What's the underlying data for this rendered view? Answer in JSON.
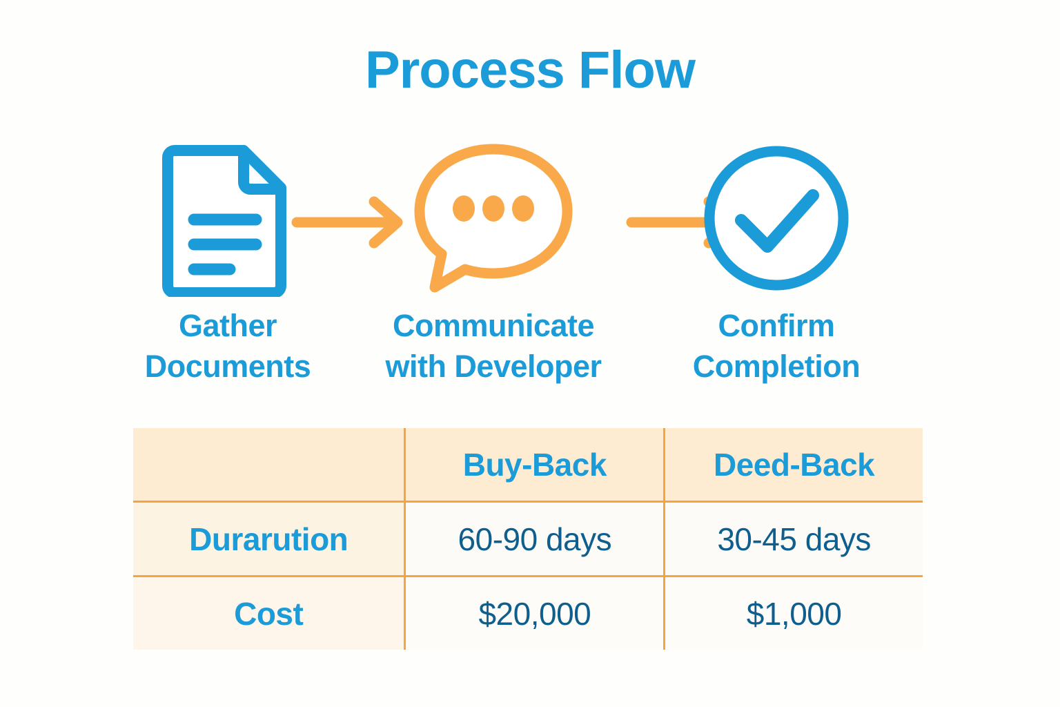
{
  "page": {
    "title": "Process Flow",
    "background_color": "#FEFEFC"
  },
  "colors": {
    "brand_blue": "#1B9BD8",
    "value_navy": "#0E5E8E",
    "accent_orange": "#F5A53B",
    "header_cream": "#FDEBD2",
    "cell_white": "#FDFBF7"
  },
  "flow": {
    "steps": [
      {
        "icon": "document-icon",
        "icon_color": "#1B9BD8",
        "label_line1": "Gather",
        "label_line2": "Documents"
      },
      {
        "icon": "speech-bubble-icon",
        "icon_color": "#F9A94A",
        "label_line1": "Communicate",
        "label_line2": "with Developer"
      },
      {
        "icon": "check-circle-icon",
        "icon_color": "#1B9BD8",
        "label_line1": "Confirm",
        "label_line2": "Completion"
      }
    ],
    "connectors": [
      {
        "icon": "arrow-right-icon",
        "color": "#F9A94A"
      },
      {
        "icon": "arrow-right-icon",
        "color": "#F9A94A"
      }
    ]
  },
  "chart_data": {
    "type": "table",
    "title": "Process Flow",
    "columns": [
      "",
      "Buy-Back",
      "Deed-Back"
    ],
    "rows": [
      {
        "label": "Durarution",
        "values": [
          "60-90 days",
          "30-45 days"
        ]
      },
      {
        "label": "Cost",
        "values": [
          "$20,000",
          "$1,000"
        ]
      }
    ]
  },
  "table": {
    "header": {
      "corner": "",
      "col1": "Buy-Back",
      "col2": "Deed-Back"
    },
    "rows": [
      {
        "label": "Durarution",
        "buy_back": "60-90 days",
        "deed_back": "30-45 days"
      },
      {
        "label": "Cost",
        "buy_back": "$20,000",
        "deed_back": "$1,000"
      }
    ]
  }
}
